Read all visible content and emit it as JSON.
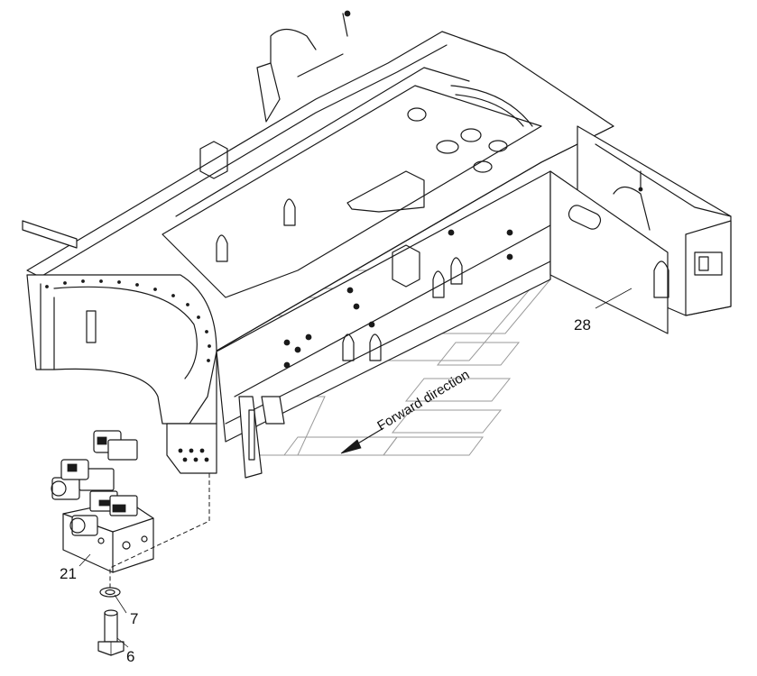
{
  "callouts": [
    {
      "id": "21",
      "label": "21"
    },
    {
      "id": "7",
      "label": "7"
    },
    {
      "id": "6",
      "label": "6"
    },
    {
      "id": "28",
      "label": "28"
    }
  ],
  "direction_label": "Forward direction",
  "colors": {
    "line": "#1a1a1a",
    "watermark": "#9a9a9a",
    "background": "#ffffff"
  }
}
